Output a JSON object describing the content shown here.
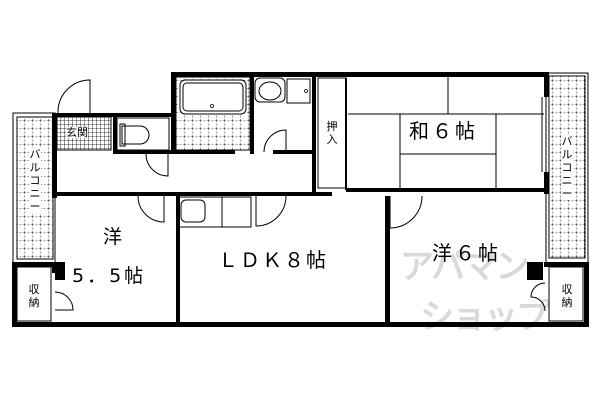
{
  "floorplan": {
    "rooms": {
      "western_left": {
        "label_top": "洋",
        "label_bottom": "5．5帖"
      },
      "ldk": {
        "label": "ＬＤＫ８帖"
      },
      "japanese": {
        "label": "和６帖"
      },
      "western_right": {
        "label": "洋６帖"
      },
      "entrance": {
        "label": "玄関"
      },
      "closet_oshiire": {
        "label": "押入"
      },
      "storage_left": {
        "label": "収納"
      },
      "storage_right": {
        "label": "収納"
      },
      "balcony_left": {
        "label": "バルコニー"
      },
      "balcony_right": {
        "label": "バルコニー"
      }
    },
    "watermark": {
      "line1": "アパマン",
      "line2": "ショップ"
    },
    "colors": {
      "wall": "#000000",
      "background": "#ffffff",
      "watermark": "#d9d9d9"
    }
  }
}
